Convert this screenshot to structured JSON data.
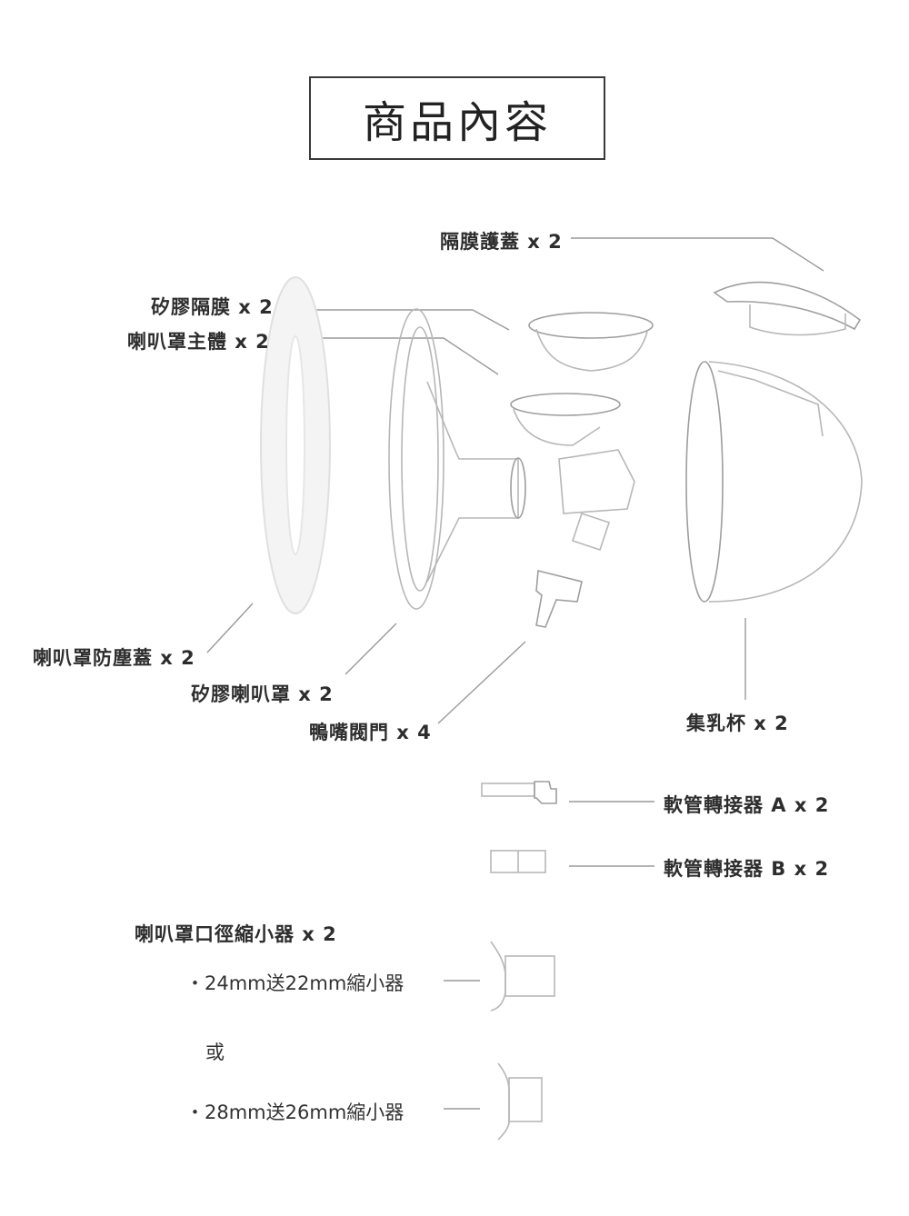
{
  "page": {
    "title": "商品內容"
  },
  "labels": {
    "diaphragm_cap": "隔膜護蓋 x 2",
    "silicone_diaphragm": "矽膠隔膜 x 2",
    "flange_body": "喇叭罩主體 x 2",
    "flange_dust_cover": "喇叭罩防塵蓋 x 2",
    "silicone_flange": "矽膠喇叭罩 x 2",
    "duckbill_valve": "鴨嘴閥門 x 4",
    "collection_cup": "集乳杯 x 2",
    "tube_adapter_a": "軟管轉接器 A x 2",
    "tube_adapter_b": "軟管轉接器 B x 2",
    "reducer_title": "喇叭罩口徑縮小器 x 2",
    "reducer_option_1": "・24mm送22mm縮小器",
    "reducer_or": "或",
    "reducer_option_2": "・28mm送26mm縮小器"
  }
}
